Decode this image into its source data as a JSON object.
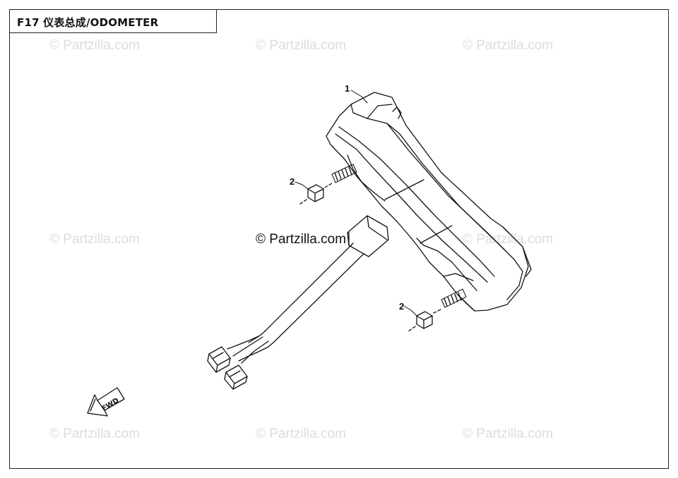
{
  "title": "F17 仪表总成/ODOMETER",
  "watermark": "© Partzilla.com",
  "callouts": [
    {
      "label": "1",
      "part": "odometer-assembly"
    },
    {
      "label": "2",
      "part": "nut-upper"
    },
    {
      "label": "2",
      "part": "nut-lower"
    }
  ],
  "direction_label": "FWD",
  "colors": {
    "line": "#111111",
    "watermark": "#dcdcdc"
  }
}
